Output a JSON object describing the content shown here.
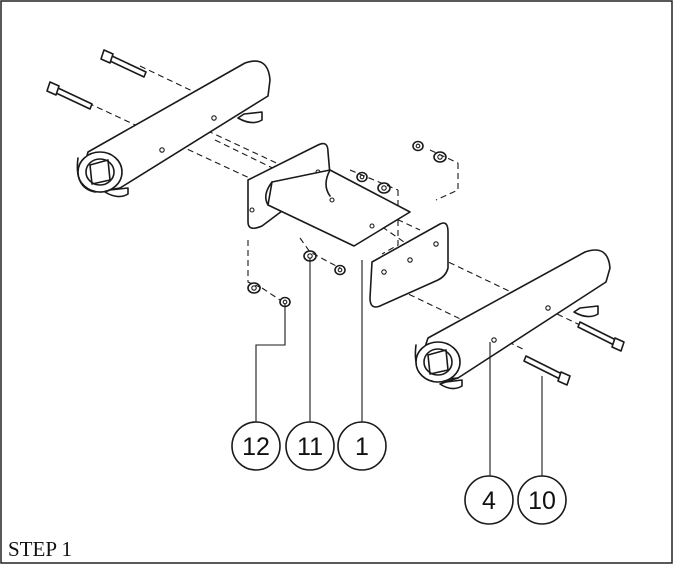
{
  "step_label": "STEP 1",
  "callouts": [
    {
      "id": "c12",
      "label": "12"
    },
    {
      "id": "c11",
      "label": "11"
    },
    {
      "id": "c1",
      "label": "1"
    },
    {
      "id": "c4",
      "label": "4"
    },
    {
      "id": "c10",
      "label": "10"
    }
  ]
}
